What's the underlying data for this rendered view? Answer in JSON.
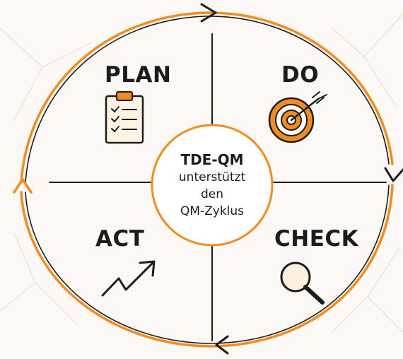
{
  "diagram": {
    "quadrants": {
      "plan": "PLAN",
      "do": "DO",
      "check": "CHECK",
      "act": "ACT"
    },
    "center": {
      "line1": "TDE-QM",
      "line2": "unterstützt",
      "line3": "den",
      "line4": "QM-Zyklus"
    },
    "colors": {
      "accent": "#f28c1e",
      "ink": "#1c1c1c",
      "background": "#fbf8f5"
    },
    "icons": [
      "clipboard-checklist-icon",
      "target-dart-icon",
      "magnifier-icon",
      "trend-arrow-icon"
    ]
  }
}
